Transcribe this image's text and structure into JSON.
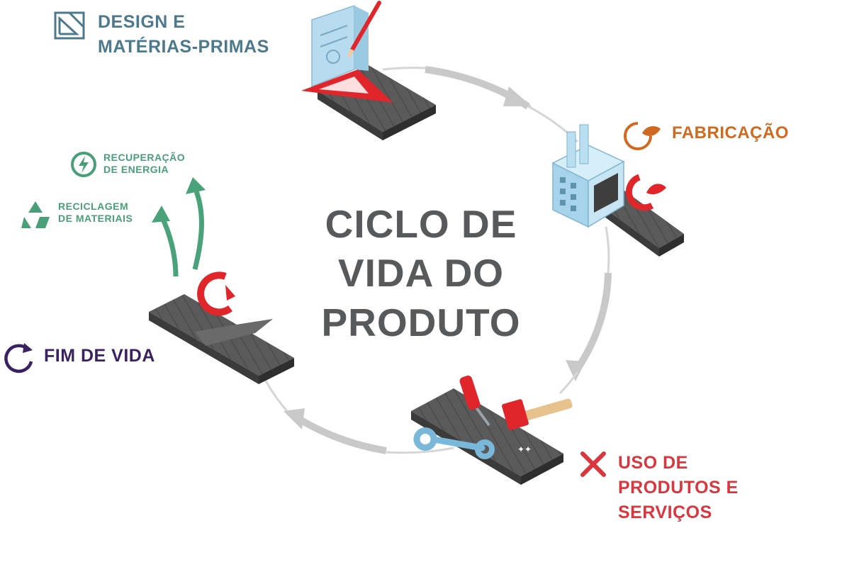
{
  "title": {
    "line1": "CICLO DE",
    "line2": "VIDA DO",
    "line3": "PRODUTO"
  },
  "stages": {
    "design": {
      "line1": "DESIGN E",
      "line2": "MATÉRIAS-PRIMAS",
      "color": "#4c7a8c",
      "icon": "blueprint-icon"
    },
    "manufacturing": {
      "line1": "FABRICAÇÃO",
      "color": "#d16a21",
      "icon": "leaf-cycle-icon"
    },
    "usage": {
      "line1": "USO DE",
      "line2": "PRODUTOS E",
      "line3": "SERVIÇOS",
      "color": "#d9363e",
      "icon": "tools-icon"
    },
    "end_of_life": {
      "line1": "FIM DE VIDA",
      "color": "#3a2260",
      "icon": "cycle-icon"
    }
  },
  "recovery": {
    "energy": {
      "line1": "RECUPERAÇÃO",
      "line2": "DE ENERGIA",
      "color": "#4a9e78",
      "icon": "energy-icon"
    },
    "recycling": {
      "line1": "RECICLAGEM",
      "line2": "DE MATERIAIS",
      "color": "#4a9e78",
      "icon": "recycle-icon"
    }
  },
  "colors": {
    "arrow": "#c9c9c9",
    "belt": "#4a4a4a",
    "belt_top": "#5c5c5c",
    "red_symbol": "#e0262b",
    "factory": "#a7d4ea",
    "green_arrow": "#4aa27a"
  }
}
